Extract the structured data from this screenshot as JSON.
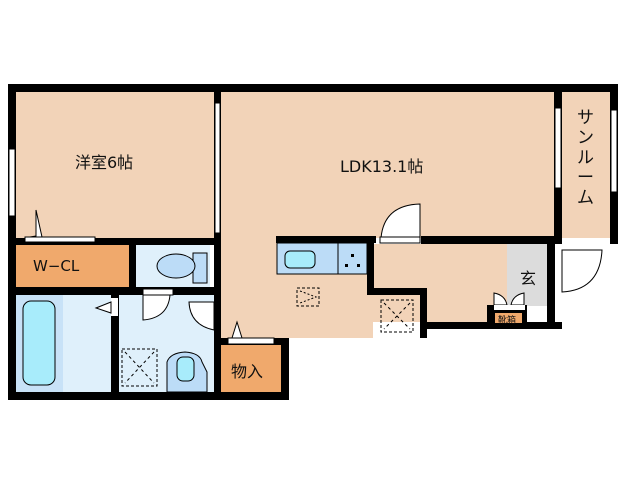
{
  "floorplan": {
    "rooms": {
      "western_room": {
        "label": "洋室6帖",
        "color": "#f2d3b8"
      },
      "ldk": {
        "label": "LDK13.1帖",
        "color": "#f2d3b8"
      },
      "sunroom": {
        "label": "サンルーム",
        "color": "#f2d3b8"
      },
      "walk_in_closet": {
        "label": "W−CL",
        "color": "#f0a96c"
      },
      "storage": {
        "label": "物入",
        "color": "#f0a96c"
      },
      "entrance": {
        "label": "玄",
        "color": "#dcdcdc"
      },
      "shoe_box": {
        "label": "靴箱",
        "color": "#f0a96c"
      },
      "toilet": {
        "label": "",
        "color": "#dff0fb"
      },
      "washroom": {
        "label": "",
        "color": "#dff0fb"
      },
      "bathroom": {
        "label": "",
        "color": "#c8e2f7"
      }
    },
    "colors": {
      "wall": "#000000",
      "fixture_blue": "#bcdcf7",
      "fixture_water": "#a8ecfb"
    }
  }
}
